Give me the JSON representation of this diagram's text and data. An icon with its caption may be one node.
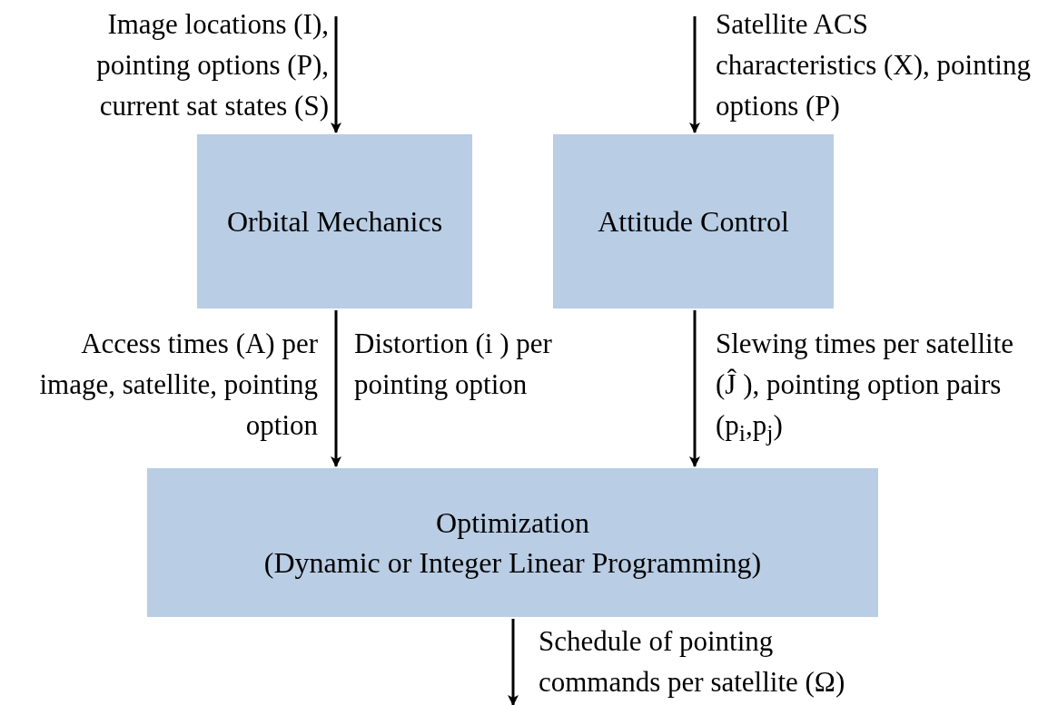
{
  "diagram": {
    "nodes": [
      {
        "text": [
          "Orbital Mechanics"
        ]
      },
      {
        "text": [
          "Attitude Control"
        ]
      },
      {
        "text": [
          "Optimization",
          "(Dynamic or Integer Linear Programming)"
        ]
      }
    ],
    "edges": [
      {
        "from": null,
        "to": 0,
        "arrow": "to",
        "label": "Image locations (I), pointing options (P), current sat states (S)"
      },
      {
        "from": null,
        "to": 1,
        "arrow": "to",
        "label": "Satellite ACS characteristics (X), pointing options (P)"
      },
      {
        "from": 0,
        "to": 2,
        "arrow": "to",
        "label": "Access times (A) per image, satellite, pointing option"
      },
      {
        "from": 1,
        "to": 2,
        "arrow": "to",
        "label": "Slewing times per satellite (Ĵ ), pointing option pairs (p$_{i}$,p$_{j}$)"
      },
      {
        "from": 2,
        "to": null,
        "arrow": "to",
        "label": "Schedule of pointing commands per satellite (Ω)"
      }
    ],
    "labels": [
      "Distortion (i ) per pointing option"
    ]
  }
}
